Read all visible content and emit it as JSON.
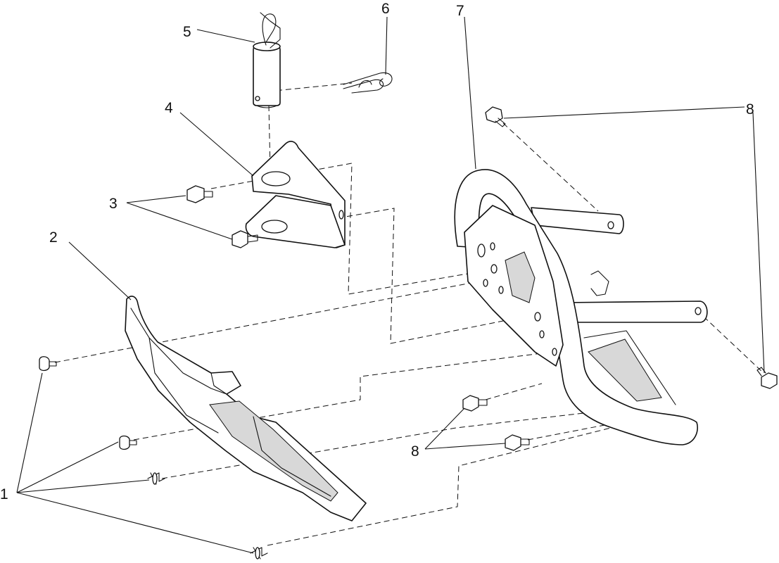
{
  "diagram": {
    "callouts": [
      {
        "id": "c1",
        "label": "1"
      },
      {
        "id": "c2",
        "label": "2"
      },
      {
        "id": "c3",
        "label": "3"
      },
      {
        "id": "c4",
        "label": "4"
      },
      {
        "id": "c5",
        "label": "5"
      },
      {
        "id": "c6",
        "label": "6"
      },
      {
        "id": "c7",
        "label": "7"
      },
      {
        "id": "c8a",
        "label": "8"
      },
      {
        "id": "c8b",
        "label": "8"
      }
    ]
  }
}
